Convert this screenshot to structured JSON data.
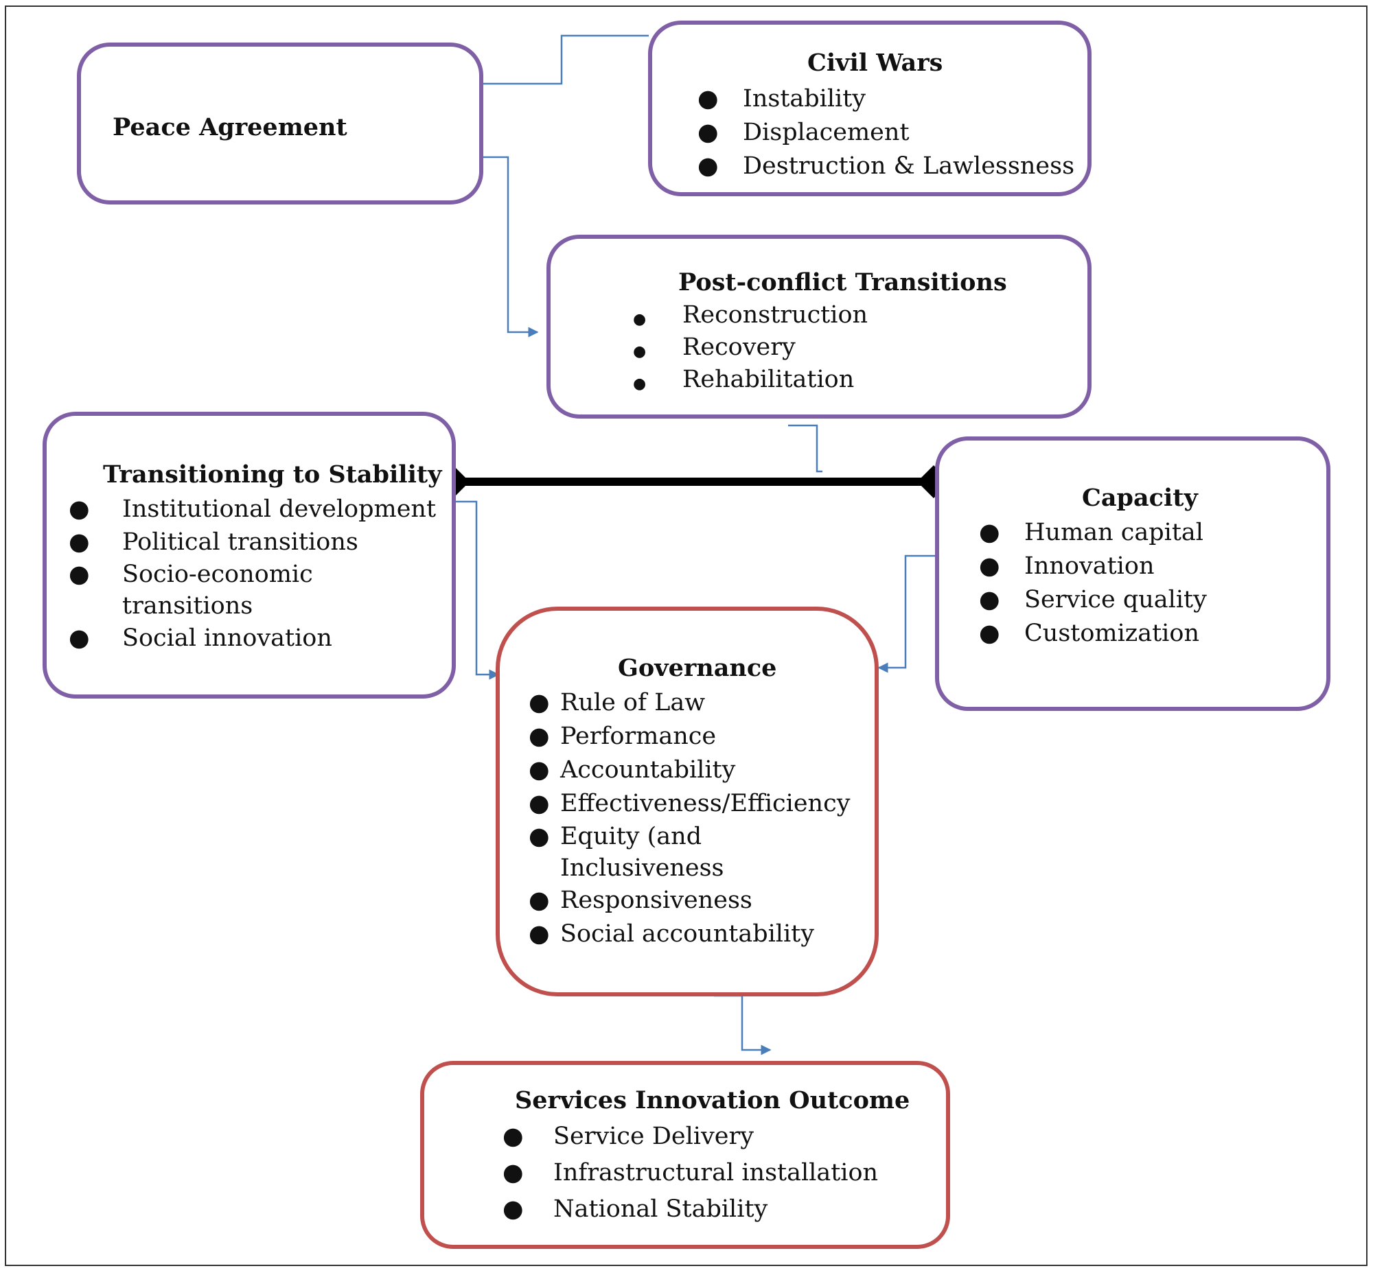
{
  "peace_agreement": {
    "title": "Peace Agreement"
  },
  "civil_wars": {
    "title": "Civil Wars",
    "items": [
      "Instability",
      "Displacement",
      "Destruction & Lawlessness"
    ]
  },
  "post_conflict": {
    "title": "Post-conflict Transitions",
    "items": [
      "Reconstruction",
      "Recovery",
      "Rehabilitation"
    ]
  },
  "transitioning": {
    "title": "Transitioning to Stability",
    "items": [
      "Institutional development",
      "Political transitions",
      "Socio-economic",
      "transitions",
      "Social innovation"
    ]
  },
  "capacity": {
    "title": "Capacity",
    "items": [
      "Human capital",
      "Innovation",
      "Service quality",
      "Customization"
    ]
  },
  "governance": {
    "title": "Governance",
    "items": [
      "Rule of Law",
      "Performance",
      "Accountability",
      "Effectiveness/Efficiency",
      "Equity (and",
      "Inclusiveness",
      "Responsiveness",
      "Social accountability"
    ]
  },
  "outcome": {
    "title": "Services Innovation Outcome",
    "items": [
      "Service Delivery",
      "Infrastructural installation",
      "National Stability"
    ]
  },
  "colors": {
    "purple_border": "#7f5fa6",
    "red_border": "#c0504d",
    "connector": "#4a7ebb",
    "thick_link": "#000000"
  }
}
